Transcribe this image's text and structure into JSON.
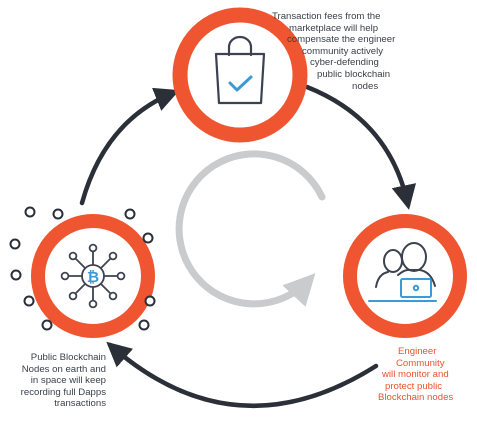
{
  "colors": {
    "ring": "#ee5530",
    "arrow": "#2b2f38",
    "cycle": "#c9cbcd",
    "icon": "#3c4250",
    "accent": "#3c9bd6",
    "text_dark": "#3a3f4a",
    "text_accent": "#e8532d"
  },
  "nodes": {
    "top": {
      "icon": "shopping-bag-check-icon"
    },
    "right": {
      "icon": "engineers-laptop-icon"
    },
    "left": {
      "icon": "bitcoin-network-icon"
    }
  },
  "captions": {
    "top": [
      "Transaction fees from the",
      "marketplace will help",
      "compensate the engineer",
      "community actively",
      "cyber-defending",
      "public blockchain",
      "nodes"
    ],
    "right": [
      "Engineer",
      "Community",
      "will monitor and",
      "protect public",
      "Blockchain nodes"
    ],
    "left": [
      "Public Blockchain",
      "Nodes on earth and",
      "in space will keep",
      "recording full Dapps",
      "transactions"
    ]
  }
}
